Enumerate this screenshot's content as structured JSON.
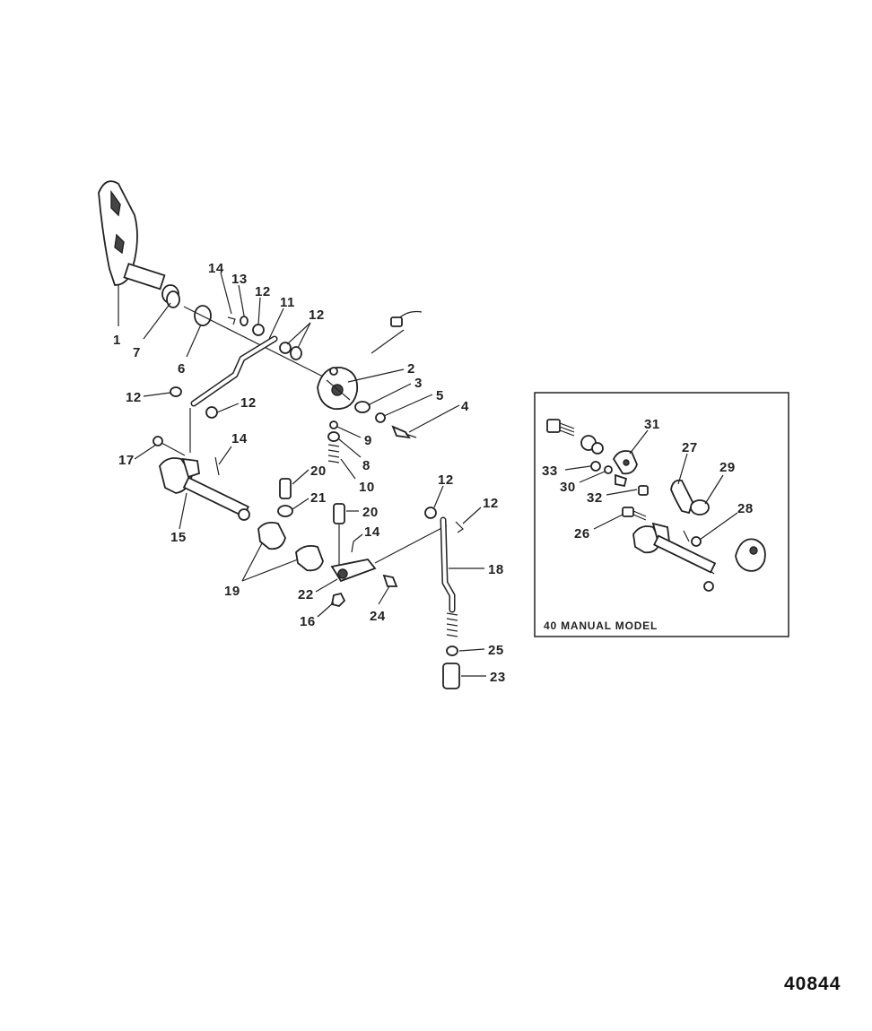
{
  "figure_number": "40844",
  "inset": {
    "title": "40 MANUAL MODEL",
    "callouts": [
      "31",
      "27",
      "29",
      "33",
      "30",
      "32",
      "28",
      "26"
    ]
  },
  "callouts": [
    "1",
    "7",
    "6",
    "14",
    "13",
    "12",
    "11",
    "12",
    "2",
    "3",
    "5",
    "4",
    "12",
    "12",
    "9",
    "8",
    "10",
    "17",
    "14",
    "15",
    "20",
    "21",
    "20",
    "12",
    "12",
    "14",
    "18",
    "19",
    "22",
    "16",
    "24",
    "25",
    "23"
  ]
}
